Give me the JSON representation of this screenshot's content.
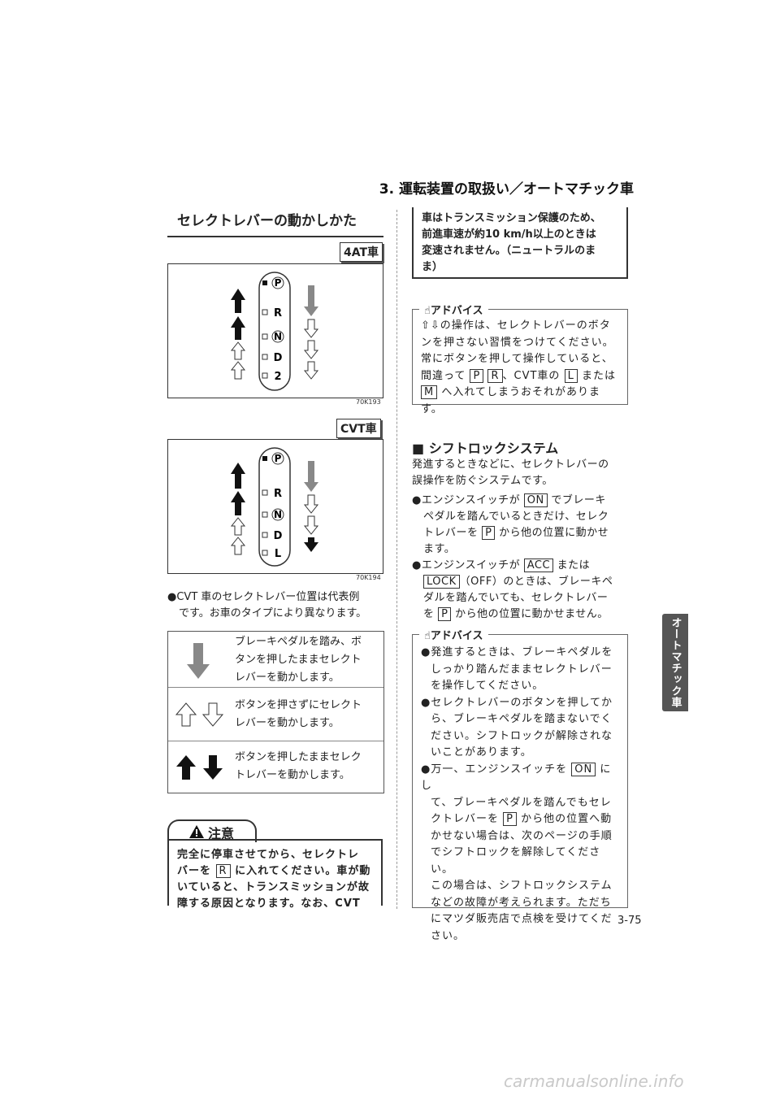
{
  "header": {
    "title": "3. 運転装置の取扱い／オートマチック車"
  },
  "section": {
    "title": "セレクトレバーの動かしかた"
  },
  "fig_4at": {
    "badge": "4AT車",
    "gears": [
      "P",
      "R",
      "N",
      "D",
      "2"
    ],
    "code": "70K193"
  },
  "fig_cvt": {
    "badge": "CVT車",
    "gears": [
      "P",
      "R",
      "N",
      "D",
      "L"
    ],
    "code": "70K194"
  },
  "cvt_note": {
    "line1": "●CVT 車のセレクトレバー位置は代表例",
    "line2": "です。お車のタイプにより異なります。"
  },
  "legend": [
    {
      "icon": "gray-down-arrow",
      "lines": [
        "ブレーキペダルを踏み、ボ",
        "タンを押したままセレクト",
        "レバーを動かします。"
      ]
    },
    {
      "icon": "outline-arrows",
      "lines": [
        "ボタンを押さずにセレクト",
        "レバーを動かします。"
      ]
    },
    {
      "icon": "black-arrows",
      "lines": [
        "ボタンを押したままセレク",
        "トレバーを動かします。"
      ]
    }
  ],
  "caution": {
    "label": "注意",
    "line1": "完全に停車させてから、セレクトレ",
    "line2_pre": "バーを ",
    "line2_key": "R",
    "line2_post": " に入れてください。車が動",
    "line3": "いていると、トランスミッションが故",
    "line4": "障する原因となります。なお、CVT"
  },
  "right_box": {
    "line1": "車はトランスミッション保護のため、",
    "line2": "前進車速が約10 km/h以上のときは",
    "line3": "変速されません。（ニュートラルのま",
    "line4": "ま）"
  },
  "advice1": {
    "label": "アドバイス",
    "line1": "⇧⇩の操作は、セレクトレバーのボタ",
    "line2": "ンを押さない習慣をつけてください。",
    "line3": "常にボタンを押して操作していると、",
    "line4_pre": "間違って ",
    "key_p": "P",
    "key_r": "R",
    "line4_mid": "、CVT車の ",
    "key_l": "L",
    "line4_post": " または",
    "key_m": "M",
    "line5": " へ入れてしまうおそれがあります。"
  },
  "shift_lock": {
    "heading": "■ シフトロックシステム",
    "intro1": "発進するときなどに、セレクトレバーの",
    "intro2": "誤操作を防ぐシステムです。",
    "b1_pre": "●エンジンスイッチが ",
    "b1_key": "ON",
    "b1_post": " でブレーキ",
    "b1_l2": "ペダルを踏んでいるときだけ、セレク",
    "b1_l3_pre": "トレバーを ",
    "b1_key2": "P",
    "b1_l3_post": " から他の位置に動かせ",
    "b1_l4": "ます。",
    "b2_pre": "●エンジンスイッチが ",
    "b2_key": "ACC",
    "b2_post": " または",
    "b2_key2": "LOCK",
    "b2_l2_post": "（OFF）のときは、ブレーキペ",
    "b2_l3": "ダルを踏んでいても、セレクトレバー",
    "b2_l4_pre": "を ",
    "b2_key3": "P",
    "b2_l4_post": " から他の位置に動かせません。"
  },
  "advice2": {
    "label": "アドバイス",
    "items": [
      [
        "●発進するときは、ブレーキペダルを",
        "しっかり踏んだままセレクトレバー",
        "を操作してください。"
      ],
      [
        "●セレクトレバーのボタンを押してか",
        "ら、ブレーキペダルを踏まないでく",
        "ださい。シフトロックが解除されな",
        "いことがあります。"
      ]
    ],
    "b3_pre": "●万一、エンジンスイッチを ",
    "b3_key": "ON",
    "b3_post": " にし",
    "b3_l2": "て、ブレーキペダルを踏んでもセレ",
    "b3_l3_pre": "クトレバーを ",
    "b3_key2": "P",
    "b3_l3_post": " から他の位置へ動",
    "b3_rest": [
      "かせない場合は、次のページの手順",
      "でシフトロックを解除してください。",
      "この場合は、シフトロックシステム",
      "などの故障が考えられます。ただち",
      "にマツダ販売店で点検を受けてくだ",
      "さい。"
    ]
  },
  "side_tab": {
    "label": "オートマチック車"
  },
  "page_number": "3-75",
  "watermark": "carmanualsonline.info"
}
